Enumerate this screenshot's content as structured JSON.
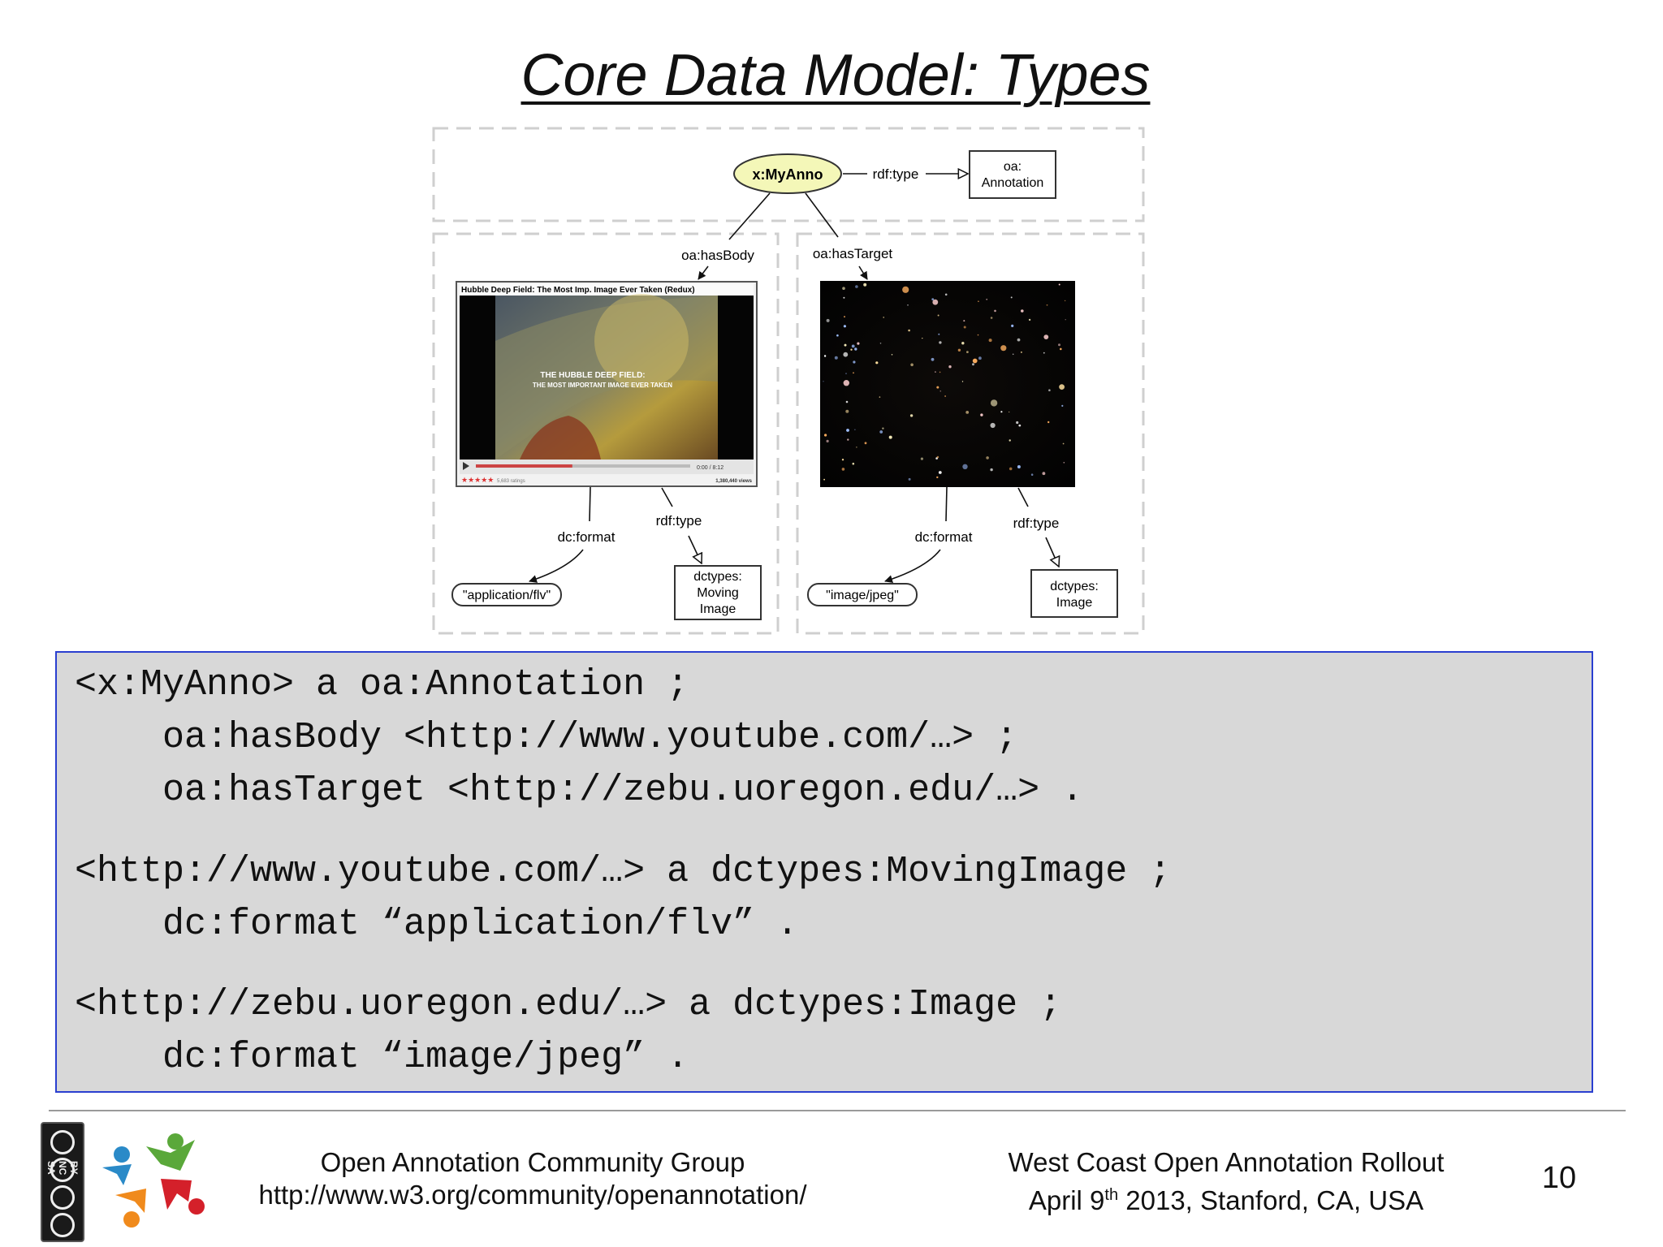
{
  "slide": {
    "title": "Core Data Model: Types",
    "page_number": "10"
  },
  "diagram": {
    "annotation_node": "x:MyAnno",
    "annotation_class_line1": "oa:",
    "annotation_class_line2": "Annotation",
    "rdf_type_label": "rdf:type",
    "has_body_label": "oa:hasBody",
    "has_target_label": "oa:hasTarget",
    "video": {
      "title": "Hubble Deep Field: The Most Imp. Image Ever Taken (Redux)",
      "overlay_line1": "THE HUBBLE DEEP FIELD:",
      "overlay_line2": "THE MOST IMPORTANT IMAGE EVER TAKEN",
      "time": "0:00 / 8:12",
      "ratings": "5,683 ratings",
      "views": "1,380,440 views",
      "progress": 0.45
    },
    "body_format_label": "dc:format",
    "body_format_value": "\"application/flv\"",
    "body_type_label": "rdf:type",
    "body_type_line1": "dctypes:",
    "body_type_line2": "Moving",
    "body_type_line3": "Image",
    "target_format_label": "dc:format",
    "target_format_value": "\"image/jpeg\"",
    "target_type_label": "rdf:type",
    "target_type_line1": "dctypes:",
    "target_type_line2": "Image"
  },
  "code": {
    "lines": [
      "<x:MyAnno> a oa:Annotation ;",
      "oa:hasBody <http://www.youtube.com/…> ;",
      "oa:hasTarget <http://zebu.uoregon.edu/…> .",
      "<http://www.youtube.com/…> a dctypes:MovingImage ;",
      "dc:format “application/flv” .",
      "<http://zebu.uoregon.edu/…> a dctypes:Image ;",
      "dc:format “image/jpeg” ."
    ]
  },
  "footer": {
    "org_name": "Open Annotation Community Group",
    "org_url": "http://www.w3.org/community/openannotation/",
    "event_name": "West Coast Open Annotation Rollout",
    "event_date_pre": "April 9",
    "event_date_sup": "th",
    "event_date_post": " 2013, Stanford, CA, USA",
    "license_text": "BY NC SA"
  },
  "colors": {
    "code_bg": "#d8d8d8",
    "code_border": "#2a3fd0",
    "anno_node_fill": "#f4f7b8"
  }
}
